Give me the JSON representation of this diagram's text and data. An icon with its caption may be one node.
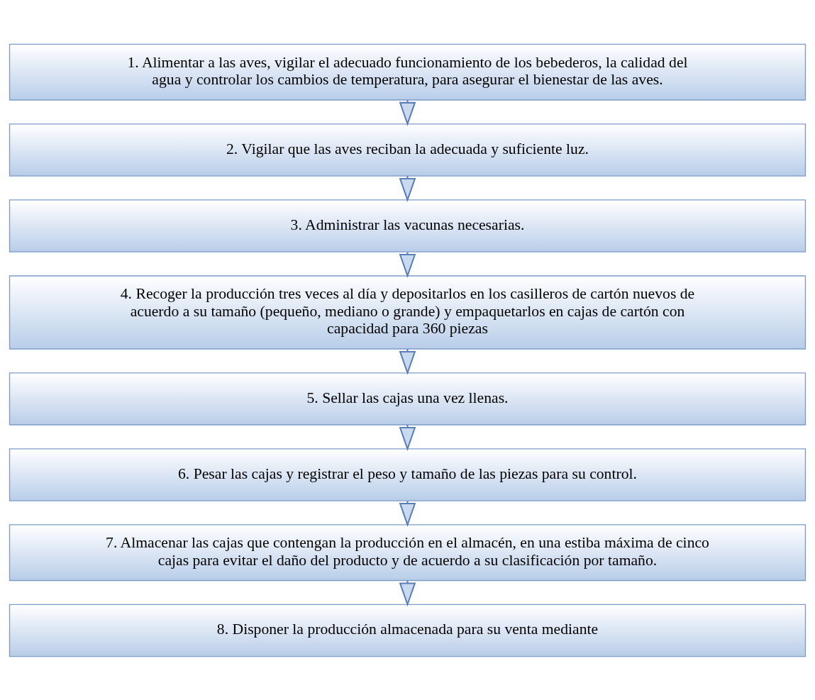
{
  "diagram": {
    "nodes": [
      {
        "text": [
          "1. Alimentar a las aves, vigilar el adecuado funcionamiento de los bebederos, la calidad del agua y controlar los cambios de temperatura, para asegurar el bienestar de las aves."
        ]
      },
      {
        "text": [
          "2. Vigilar que las aves reciban la adecuada y suficiente luz."
        ]
      },
      {
        "text": [
          "3. Administrar las vacunas necesarias."
        ]
      },
      {
        "text": [
          "4. Recoger la producción tres veces al día y depositarlos en los casilleros de cartón nuevos de acuerdo a su tamaño (pequeño, mediano o grande) y empaquetarlos en cajas de cartón con capacidad para 360 piezas"
        ]
      },
      {
        "text": [
          "5. Sellar las cajas una vez llenas."
        ]
      },
      {
        "text": [
          "6. Pesar las cajas y registrar el peso y tamaño de las piezas para su control."
        ]
      },
      {
        "text": [
          "7. Almacenar las cajas que contengan la producción en el almacén, en una estiba máxima de cinco cajas para evitar el daño del producto y de acuerdo a su clasificación por tamaño."
        ]
      },
      {
        "text": [
          "8. Disponer la producción almacenada para su venta mediante"
        ]
      }
    ],
    "edges": [
      {
        "from": 0,
        "to": 1,
        "arrow": "to"
      },
      {
        "from": 1,
        "to": 2,
        "arrow": "to"
      },
      {
        "from": 2,
        "to": 3,
        "arrow": "to"
      },
      {
        "from": 3,
        "to": 4,
        "arrow": "to"
      },
      {
        "from": 4,
        "to": 5,
        "arrow": "to"
      },
      {
        "from": 5,
        "to": 6,
        "arrow": "to"
      },
      {
        "from": 6,
        "to": 7,
        "arrow": "to"
      }
    ]
  }
}
